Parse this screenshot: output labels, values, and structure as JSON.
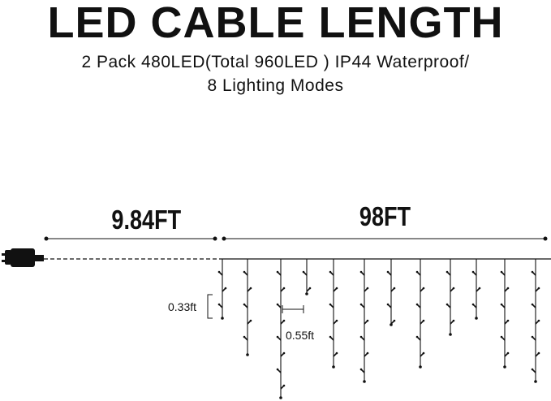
{
  "header": {
    "title": "LED CABLE LENGTH",
    "subtitle_line1": "2 Pack 480LED(Total 960LED ) IP44 Waterproof/",
    "subtitle_line2": "8 Lighting Modes"
  },
  "dimensions": {
    "lead_cable": "9.84FT",
    "light_string": "98FT",
    "drop_spacing": "0.33ft",
    "strand_spacing": "0.55ft"
  },
  "colors": {
    "line": "#111111",
    "background": "#ffffff"
  }
}
